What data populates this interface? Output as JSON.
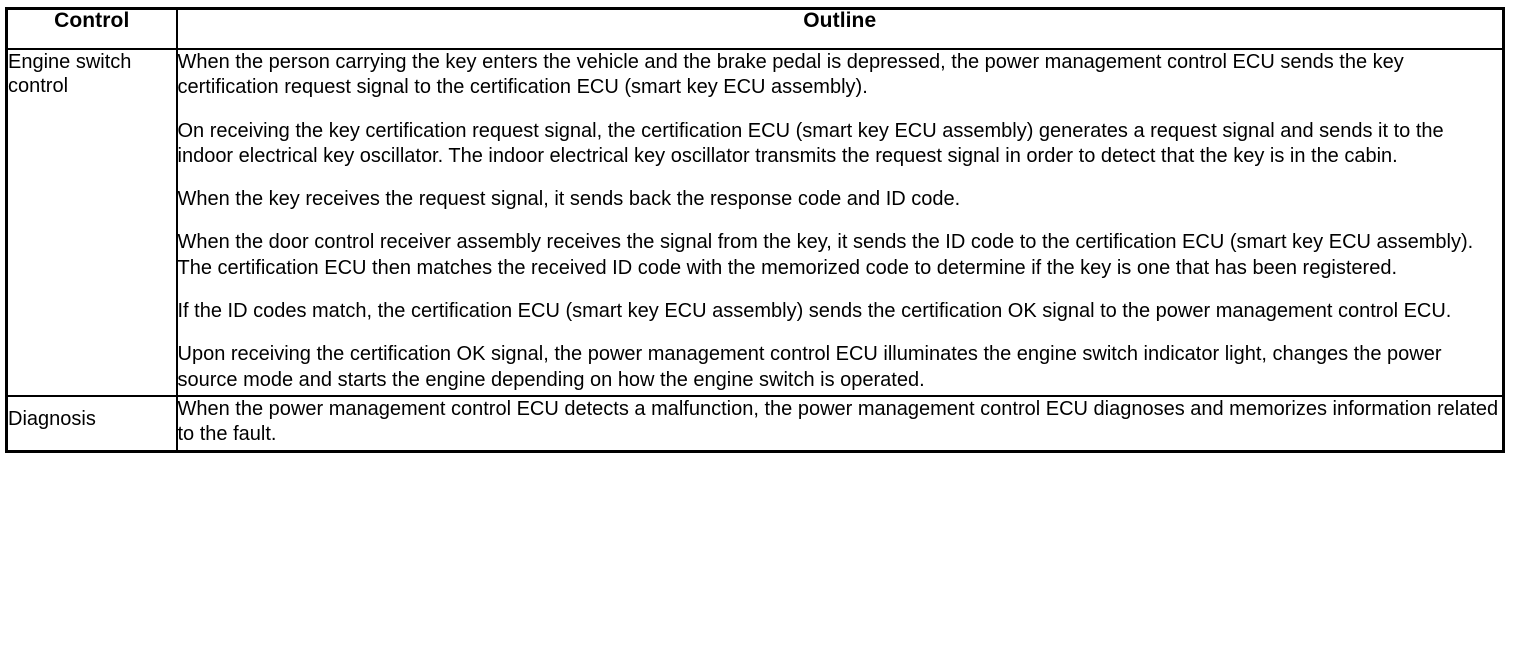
{
  "table": {
    "headers": {
      "control": "Control",
      "outline": "Outline"
    },
    "rows": [
      {
        "control": "Engine switch\ncontrol",
        "paragraphs": [
          "When the person carrying the key enters the vehicle and the brake pedal is depressed, the power management control ECU sends the key certification request signal to the certification ECU (smart key ECU assembly).",
          "On receiving the key certification request signal, the certification ECU (smart key ECU assembly) generates a request signal and sends it to the indoor electrical key oscillator. The indoor electrical key oscillator transmits the request signal in order to detect that the key is in the cabin.",
          "When the key receives the request signal, it sends back the response code and ID code.",
          "When the door control receiver assembly receives the signal from the key, it sends the ID code to the certification ECU (smart key ECU assembly). The certification ECU then matches the received ID code with the memorized code to determine if the key is one that has been registered.",
          "If the ID codes match, the certification ECU (smart key ECU assembly) sends the certification OK signal to the power management control ECU.",
          "Upon receiving the certification OK signal, the power management control ECU illuminates the engine switch indicator light, changes the power source mode and starts the engine depending on how the engine switch is operated."
        ]
      },
      {
        "control": "Diagnosis",
        "paragraphs": [
          "When the power management control ECU detects a malfunction, the power management control ECU diagnoses and memorizes information related to the fault."
        ]
      }
    ]
  },
  "colors": {
    "border": "#000000",
    "text": "#000000",
    "background": "#ffffff"
  }
}
